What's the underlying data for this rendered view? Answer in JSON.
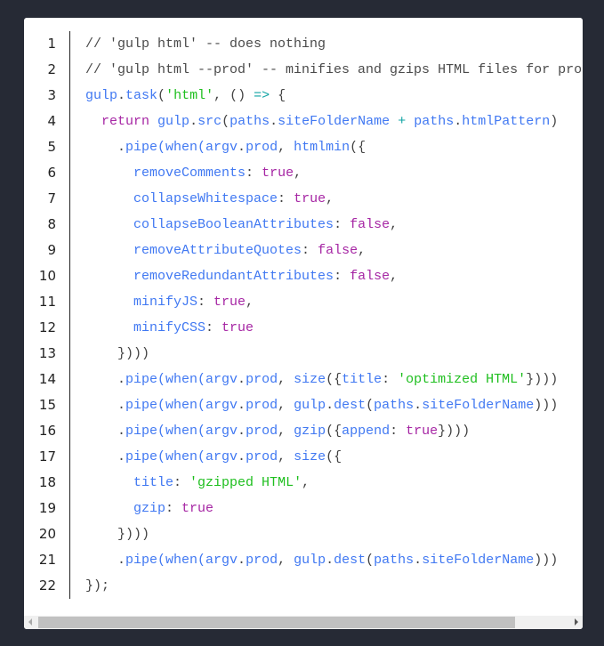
{
  "colors": {
    "background": "#262a35",
    "panel": "#ffffff",
    "comment": "#4a4a4a",
    "name": "#4078f2",
    "string": "#1fbf1f",
    "keyword": "#a626a4",
    "operator": "#0fa3a3"
  },
  "scrollbar": {
    "thumb_fraction": 0.9,
    "scroll_position": 0
  },
  "code": {
    "language": "javascript",
    "lines": [
      {
        "n": "1",
        "tokens": [
          [
            "comment",
            "// 'gulp html' -- does nothing"
          ]
        ]
      },
      {
        "n": "2",
        "tokens": [
          [
            "comment",
            "// 'gulp html --prod' -- minifies and gzips HTML files for pro"
          ]
        ]
      },
      {
        "n": "3",
        "tokens": [
          [
            "name",
            "gulp"
          ],
          [
            "p",
            "."
          ],
          [
            "name",
            "task"
          ],
          [
            "p",
            "("
          ],
          [
            "str",
            "'html'"
          ],
          [
            "p",
            ", () "
          ],
          [
            "op",
            "=>"
          ],
          [
            "p",
            " {"
          ]
        ]
      },
      {
        "n": "4",
        "tokens": [
          [
            "p",
            "  "
          ],
          [
            "kw",
            "return"
          ],
          [
            "p",
            " "
          ],
          [
            "name",
            "gulp"
          ],
          [
            "p",
            "."
          ],
          [
            "name",
            "src"
          ],
          [
            "p",
            "("
          ],
          [
            "name",
            "paths"
          ],
          [
            "p",
            "."
          ],
          [
            "name",
            "siteFolderName"
          ],
          [
            "p",
            " "
          ],
          [
            "op",
            "+"
          ],
          [
            "p",
            " "
          ],
          [
            "name",
            "paths"
          ],
          [
            "p",
            "."
          ],
          [
            "name",
            "htmlPattern"
          ],
          [
            "p",
            ")"
          ]
        ]
      },
      {
        "n": "5",
        "tokens": [
          [
            "p",
            "    ."
          ],
          [
            "name",
            "pipe(when(argv"
          ],
          [
            "p",
            "."
          ],
          [
            "name",
            "prod"
          ],
          [
            "p",
            ", "
          ],
          [
            "name",
            "htmlmin"
          ],
          [
            "p",
            "({"
          ]
        ]
      },
      {
        "n": "6",
        "tokens": [
          [
            "p",
            "      "
          ],
          [
            "name",
            "removeComments"
          ],
          [
            "p",
            ": "
          ],
          [
            "kw",
            "true"
          ],
          [
            "p",
            ","
          ]
        ]
      },
      {
        "n": "7",
        "tokens": [
          [
            "p",
            "      "
          ],
          [
            "name",
            "collapseWhitespace"
          ],
          [
            "p",
            ": "
          ],
          [
            "kw",
            "true"
          ],
          [
            "p",
            ","
          ]
        ]
      },
      {
        "n": "8",
        "tokens": [
          [
            "p",
            "      "
          ],
          [
            "name",
            "collapseBooleanAttributes"
          ],
          [
            "p",
            ": "
          ],
          [
            "kw",
            "false"
          ],
          [
            "p",
            ","
          ]
        ]
      },
      {
        "n": "9",
        "tokens": [
          [
            "p",
            "      "
          ],
          [
            "name",
            "removeAttributeQuotes"
          ],
          [
            "p",
            ": "
          ],
          [
            "kw",
            "false"
          ],
          [
            "p",
            ","
          ]
        ]
      },
      {
        "n": "10",
        "tokens": [
          [
            "p",
            "      "
          ],
          [
            "name",
            "removeRedundantAttributes"
          ],
          [
            "p",
            ": "
          ],
          [
            "kw",
            "false"
          ],
          [
            "p",
            ","
          ]
        ]
      },
      {
        "n": "11",
        "tokens": [
          [
            "p",
            "      "
          ],
          [
            "name",
            "minifyJS"
          ],
          [
            "p",
            ": "
          ],
          [
            "kw",
            "true"
          ],
          [
            "p",
            ","
          ]
        ]
      },
      {
        "n": "12",
        "tokens": [
          [
            "p",
            "      "
          ],
          [
            "name",
            "minifyCSS"
          ],
          [
            "p",
            ": "
          ],
          [
            "kw",
            "true"
          ]
        ]
      },
      {
        "n": "13",
        "tokens": [
          [
            "p",
            "    }))"
          ],
          [
            "p",
            ")"
          ]
        ]
      },
      {
        "n": "14",
        "tokens": [
          [
            "p",
            "    ."
          ],
          [
            "name",
            "pipe(when(argv"
          ],
          [
            "p",
            "."
          ],
          [
            "name",
            "prod"
          ],
          [
            "p",
            ", "
          ],
          [
            "name",
            "size"
          ],
          [
            "p",
            "({"
          ],
          [
            "name",
            "title"
          ],
          [
            "p",
            ": "
          ],
          [
            "str",
            "'optimized HTML'"
          ],
          [
            "p",
            "})))"
          ]
        ]
      },
      {
        "n": "15",
        "tokens": [
          [
            "p",
            "    ."
          ],
          [
            "name",
            "pipe(when(argv"
          ],
          [
            "p",
            "."
          ],
          [
            "name",
            "prod"
          ],
          [
            "p",
            ", "
          ],
          [
            "name",
            "gulp"
          ],
          [
            "p",
            "."
          ],
          [
            "name",
            "dest"
          ],
          [
            "p",
            "("
          ],
          [
            "name",
            "paths"
          ],
          [
            "p",
            "."
          ],
          [
            "name",
            "siteFolderName"
          ],
          [
            "p",
            ")))"
          ]
        ]
      },
      {
        "n": "16",
        "tokens": [
          [
            "p",
            "    ."
          ],
          [
            "name",
            "pipe(when(argv"
          ],
          [
            "p",
            "."
          ],
          [
            "name",
            "prod"
          ],
          [
            "p",
            ", "
          ],
          [
            "name",
            "gzip"
          ],
          [
            "p",
            "({"
          ],
          [
            "name",
            "append"
          ],
          [
            "p",
            ": "
          ],
          [
            "kw",
            "true"
          ],
          [
            "p",
            "})))"
          ]
        ]
      },
      {
        "n": "17",
        "tokens": [
          [
            "p",
            "    ."
          ],
          [
            "name",
            "pipe(when(argv"
          ],
          [
            "p",
            "."
          ],
          [
            "name",
            "prod"
          ],
          [
            "p",
            ", "
          ],
          [
            "name",
            "size"
          ],
          [
            "p",
            "({"
          ]
        ]
      },
      {
        "n": "18",
        "tokens": [
          [
            "p",
            "      "
          ],
          [
            "name",
            "title"
          ],
          [
            "p",
            ": "
          ],
          [
            "str",
            "'gzipped HTML'"
          ],
          [
            "p",
            ","
          ]
        ]
      },
      {
        "n": "19",
        "tokens": [
          [
            "p",
            "      "
          ],
          [
            "name",
            "gzip"
          ],
          [
            "p",
            ": "
          ],
          [
            "kw",
            "true"
          ]
        ]
      },
      {
        "n": "20",
        "tokens": [
          [
            "p",
            "    })))"
          ]
        ]
      },
      {
        "n": "21",
        "tokens": [
          [
            "p",
            "    ."
          ],
          [
            "name",
            "pipe(when(argv"
          ],
          [
            "p",
            "."
          ],
          [
            "name",
            "prod"
          ],
          [
            "p",
            ", "
          ],
          [
            "name",
            "gulp"
          ],
          [
            "p",
            "."
          ],
          [
            "name",
            "dest"
          ],
          [
            "p",
            "("
          ],
          [
            "name",
            "paths"
          ],
          [
            "p",
            "."
          ],
          [
            "name",
            "siteFolderName"
          ],
          [
            "p",
            ")))"
          ]
        ]
      },
      {
        "n": "22",
        "tokens": [
          [
            "p",
            "});"
          ]
        ]
      }
    ]
  }
}
